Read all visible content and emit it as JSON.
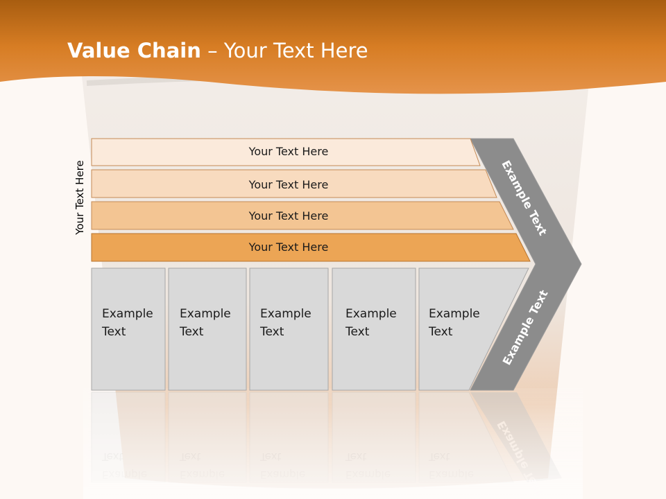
{
  "title": {
    "bold": "Value Chain",
    "rest": " – Your Text Here"
  },
  "side_label": "Your Text Here",
  "rows": [
    {
      "label": "Your Text Here",
      "fill": "#fbeadb"
    },
    {
      "label": "Your Text Here",
      "fill": "#f8dbbf"
    },
    {
      "label": "Your Text Here",
      "fill": "#f3c593"
    },
    {
      "label": "Your Text Here",
      "fill": "#eca555"
    }
  ],
  "boxes": [
    {
      "line1": "Example",
      "line2": "Text"
    },
    {
      "line1": "Example",
      "line2": "Text"
    },
    {
      "line1": "Example",
      "line2": "Text"
    },
    {
      "line1": "Example",
      "line2": "Text"
    },
    {
      "line1": "Example",
      "line2": "Text"
    }
  ],
  "arrow": {
    "upper": "Example Text",
    "lower": "Example Text"
  },
  "colors": {
    "accent": "#e08a2a",
    "gray_box": "#d9d9d9",
    "gray_arrow": "#8c8c8c"
  }
}
